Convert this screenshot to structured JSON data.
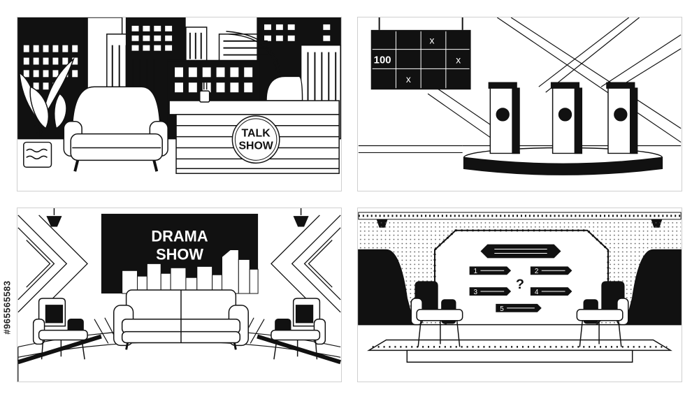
{
  "scenes": {
    "talk_show": {
      "sign_line1": "TALK",
      "sign_line2": "SHOW"
    },
    "game_show": {
      "score": "100",
      "marks": [
        "x",
        "x",
        "x"
      ]
    },
    "drama_show": {
      "title_line1": "DRAMA",
      "title_line2": "SHOW"
    },
    "quiz_show": {
      "answers": [
        "1",
        "2",
        "3",
        "4",
        "5"
      ],
      "question_mark": "?"
    }
  },
  "watermark": {
    "stock_id": "#965565583"
  }
}
